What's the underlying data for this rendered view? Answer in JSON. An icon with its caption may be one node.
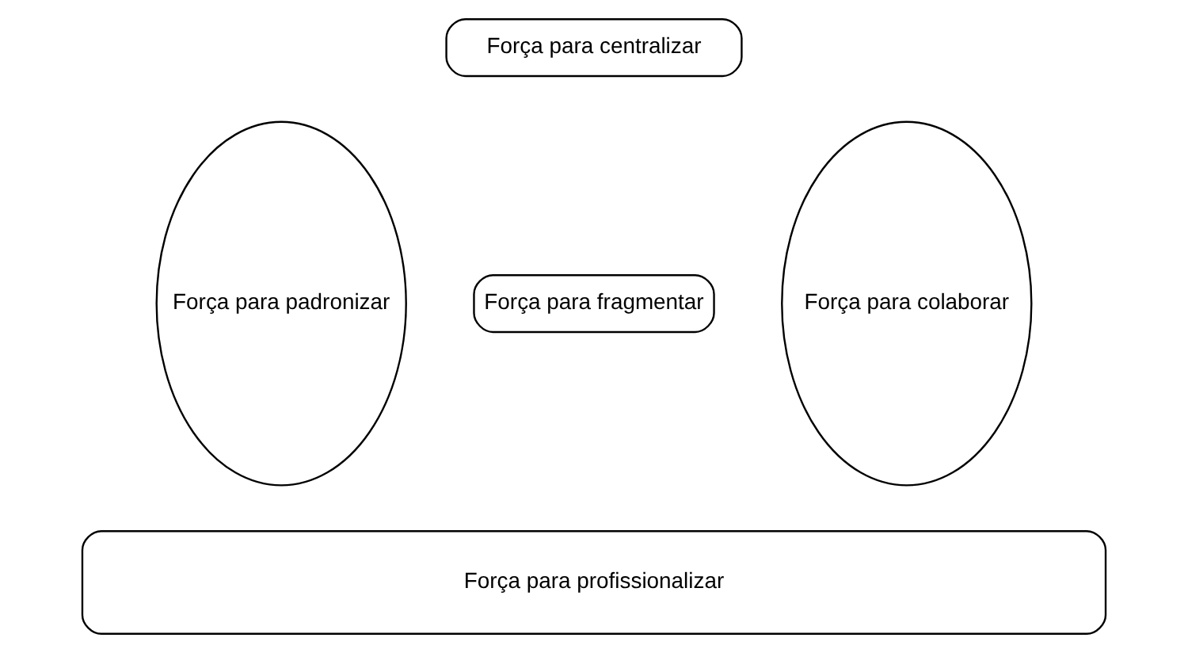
{
  "diagram": {
    "nodes": [
      {
        "text": [
          "Força para centralizar"
        ]
      },
      {
        "text": [
          "Força para padronizar"
        ]
      },
      {
        "text": [
          "Força para fragmentar"
        ]
      },
      {
        "text": [
          "Força para colaborar"
        ]
      },
      {
        "text": [
          "Força para profissionalizar"
        ]
      }
    ]
  }
}
